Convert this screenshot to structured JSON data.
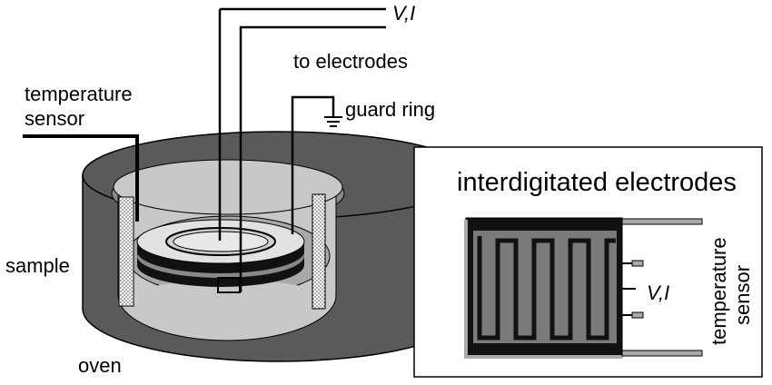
{
  "labels": {
    "vi_top": "V,I",
    "to_electrodes": "to electrodes",
    "guard_ring": "guard ring",
    "temperature": "temperature",
    "sensor": "sensor",
    "sample": "sample",
    "oven": "oven"
  },
  "inset": {
    "title": "interdigitated electrodes",
    "vi": "V,I",
    "temperature": "temperature",
    "sensor": "sensor"
  },
  "colors": {
    "oven_dark": "#5a5a5a",
    "cavity_light": "#c8c8c8",
    "cavity_mid": "#a8a8a8",
    "sample_black": "#111111",
    "electrode_ring": "#e2e2e2",
    "wire": "#000000"
  }
}
